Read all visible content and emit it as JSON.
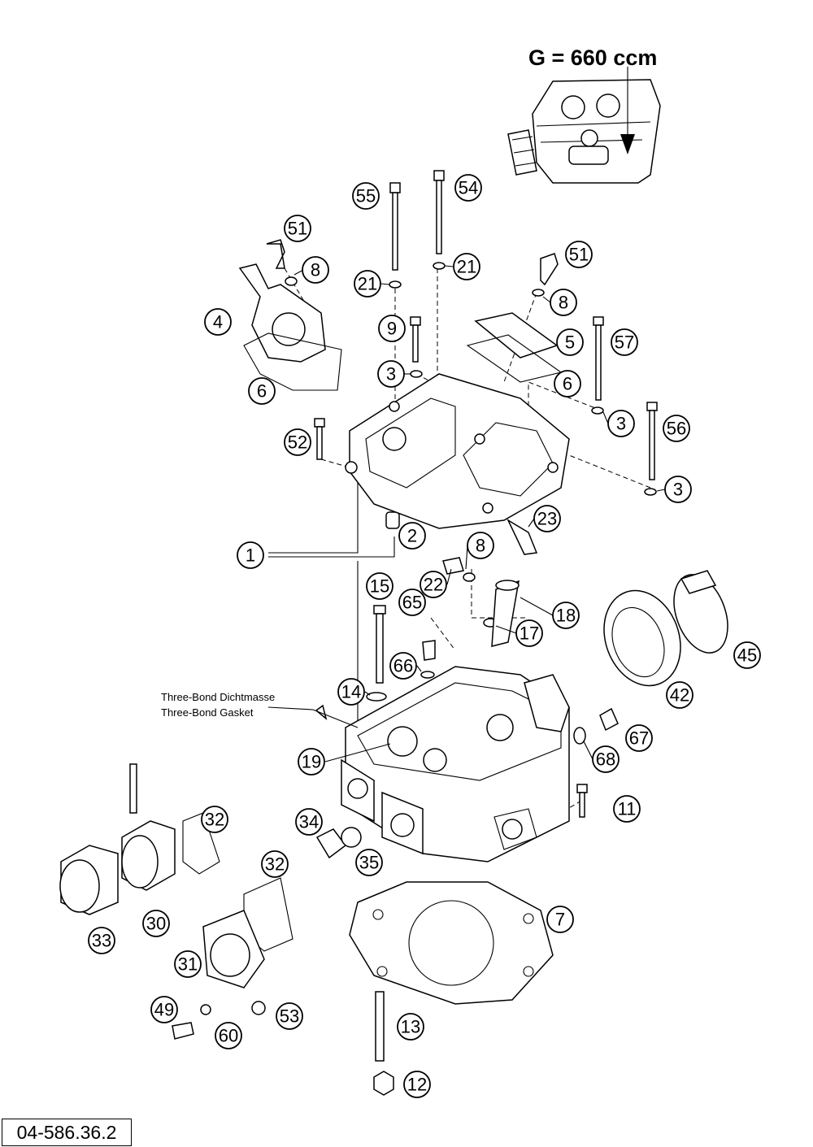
{
  "title": "G = 660 ccm",
  "notes": [
    "Three-Bond Dichtmasse",
    "Three-Bond Gasket"
  ],
  "drawing_number": "04-586.36.2",
  "callouts": [
    "51",
    "8",
    "4",
    "6",
    "55",
    "54",
    "21",
    "21",
    "9",
    "3",
    "51",
    "8",
    "5",
    "57",
    "6",
    "3",
    "56",
    "3",
    "52",
    "2",
    "1",
    "23",
    "8",
    "22",
    "15",
    "18",
    "65",
    "17",
    "45",
    "66",
    "42",
    "14",
    "67",
    "68",
    "19",
    "11",
    "32",
    "34",
    "35",
    "32",
    "33",
    "30",
    "31",
    "7",
    "49",
    "53",
    "60",
    "13",
    "12"
  ]
}
